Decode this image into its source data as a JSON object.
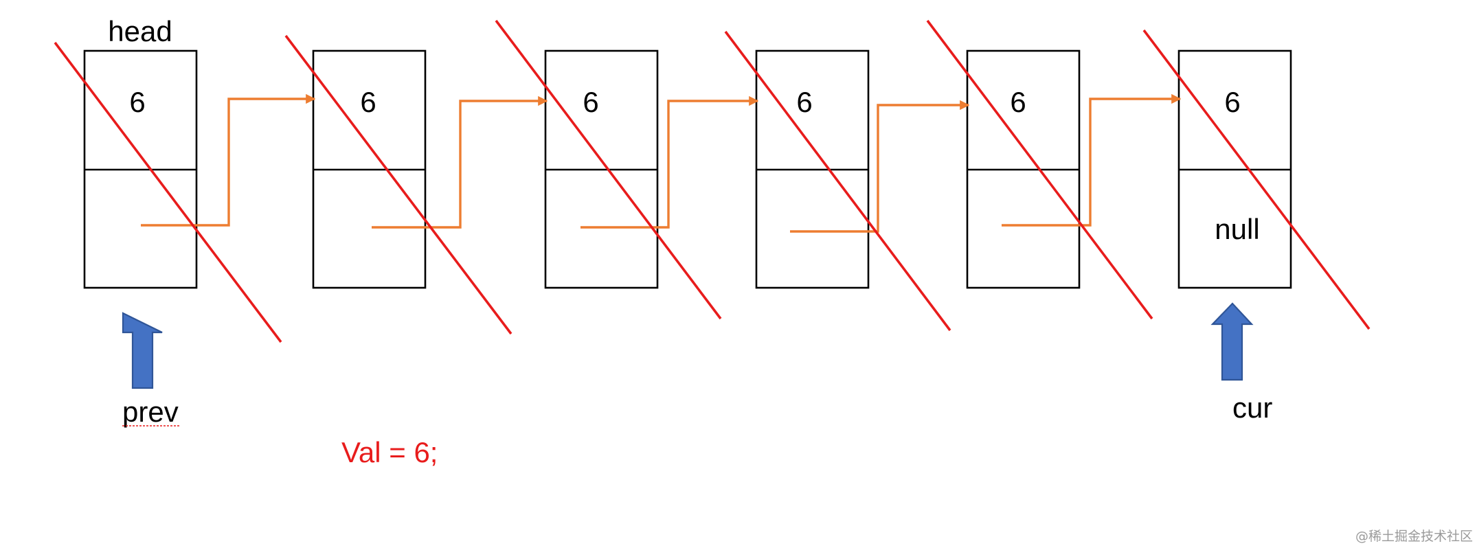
{
  "colors": {
    "box_stroke": "#000000",
    "link_arrow": "#ed7d31",
    "strike": "#e81c1c",
    "pointer_fill": "#4472c4",
    "pointer_stroke": "#2f5597",
    "val_text": "#e81c1c",
    "watermark": "#9a9a9a"
  },
  "nodes": [
    {
      "value": "6",
      "next": ""
    },
    {
      "value": "6",
      "next": ""
    },
    {
      "value": "6",
      "next": ""
    },
    {
      "value": "6",
      "next": ""
    },
    {
      "value": "6",
      "next": ""
    },
    {
      "value": "6",
      "next": "null"
    }
  ],
  "labels": {
    "head": "head",
    "prev": "prev",
    "cur": "cur",
    "val": "Val = 6;"
  },
  "icons": {
    "link": "orange-arrow-icon",
    "strike": "red-strike-line",
    "pointer": "blue-up-arrow-icon"
  },
  "watermark": "@稀土掘金技术社区"
}
